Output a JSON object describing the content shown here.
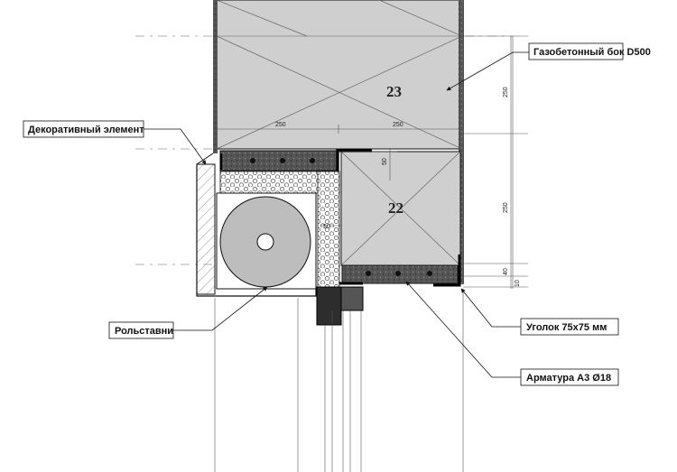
{
  "callouts": {
    "gas_block": "Газобетонный бок D500",
    "decor": "Декоративный элемент",
    "shutters": "Рольставни",
    "angle": "Уголок 75x75 мм",
    "rebar": "Арматура А3 Ø18"
  },
  "block_numbers": {
    "upper": "23",
    "lower": "22"
  },
  "dimensions": {
    "top_left": "250",
    "top_right": "250",
    "flange": "50",
    "insulation": "50",
    "right_upper": "250",
    "right_lower": "250",
    "right_40": "40",
    "right_10": "10"
  },
  "colors": {
    "block_fill": "#cfcfcf",
    "concrete_fill": "#3a3a3a",
    "roller_fill": "#bdbdbd"
  }
}
